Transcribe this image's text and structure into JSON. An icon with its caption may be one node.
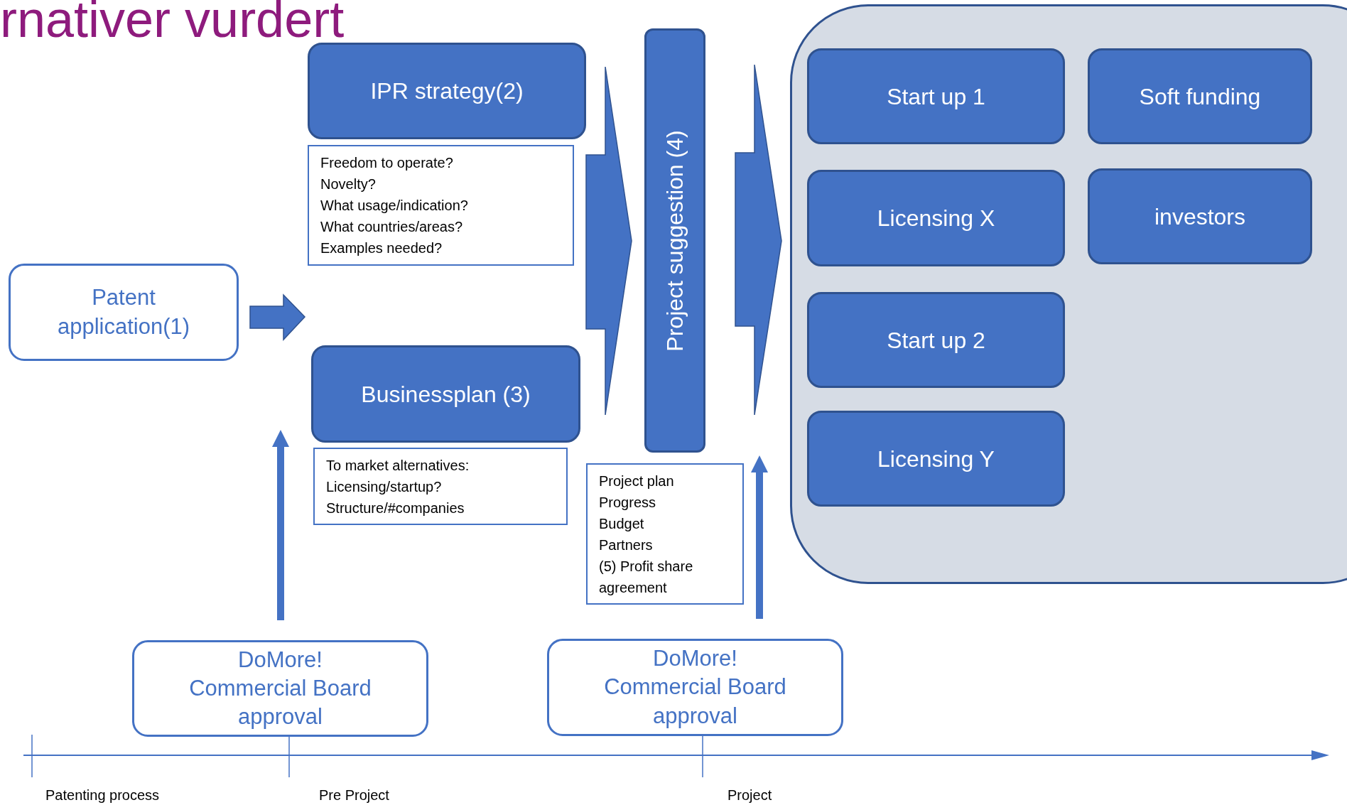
{
  "diagram": {
    "title": "rnativer vurdert",
    "nodes": [
      {
        "text": [
          "Patent application(1)"
        ]
      },
      {
        "text": [
          "IPR strategy(2)"
        ]
      },
      {
        "text": [
          "Freedom to operate?",
          "Novelty?",
          "What usage/indication?",
          "What countries/areas?",
          "Examples needed?"
        ]
      },
      {
        "text": [
          "Businessplan (3)"
        ]
      },
      {
        "text": [
          "To market alternatives:",
          "Licensing/startup?",
          "Structure/#companies"
        ]
      },
      {
        "text": [
          "Project suggestion (4)"
        ]
      },
      {
        "text": [
          "Project plan",
          "Progress",
          "Budget",
          "Partners",
          "(5) Profit share agreement"
        ]
      },
      {
        "text": [],
        "shape": "box"
      },
      {
        "text": [
          "Start up 1"
        ],
        "in": 7
      },
      {
        "text": [
          "Soft funding"
        ],
        "in": 7
      },
      {
        "text": [
          "Licensing X"
        ],
        "in": 7
      },
      {
        "text": [
          "investors"
        ],
        "in": 7
      },
      {
        "text": [
          "Start up 2"
        ],
        "in": 7
      },
      {
        "text": [
          "Licensing Y"
        ],
        "in": 7
      },
      {
        "text": [
          "DoMore! Commercial Board approval"
        ]
      },
      {
        "text": [
          "DoMore! Commercial Board approval"
        ]
      }
    ],
    "edges": [
      {
        "from": 0,
        "to": null,
        "arrow": "to",
        "style": "thick"
      },
      {
        "from": 1,
        "to": 5,
        "arrow": "to",
        "style": "thick"
      },
      {
        "from": 3,
        "to": 5,
        "arrow": "to",
        "style": "thick"
      },
      {
        "from": 5,
        "to": 7,
        "arrow": "to",
        "style": "thick"
      },
      {
        "from": 14,
        "to": 4,
        "arrow": "to"
      },
      {
        "from": 15,
        "to": 6,
        "arrow": "to"
      }
    ],
    "labels": [
      "Patenting process",
      "Pre Project",
      "Project"
    ]
  }
}
